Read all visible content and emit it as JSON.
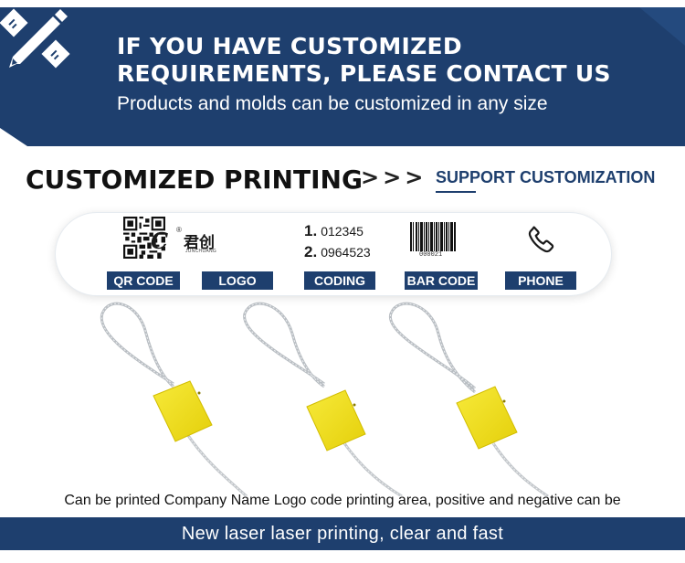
{
  "banner": {
    "title_line1": "IF YOU HAVE CUSTOMIZED",
    "title_line2": "REQUIREMENTS, PLEASE CONTACT US",
    "subtitle": "Products and molds can be customized in any size",
    "icon": "pencil-ruler-icon"
  },
  "section": {
    "title": "CUSTOMIZED PRINTING",
    "arrows": ">>>",
    "tag": "SUPPORT CUSTOMIZATION"
  },
  "options": {
    "qr": {
      "label": "QR CODE",
      "icon": "qr-code-icon"
    },
    "logo": {
      "label": "LOGO",
      "mark_letter": "C",
      "mark_cn": "君创",
      "mark_en": "JUNCHUANG",
      "mark_reg": "®"
    },
    "coding": {
      "label": "CODING",
      "line1_num": "1.",
      "line1_val": "012345",
      "line2_num": "2.",
      "line2_val": "0964523"
    },
    "barcode": {
      "label": "BAR CODE",
      "number": "000021",
      "icon": "barcode-icon"
    },
    "phone": {
      "label": "PHONE",
      "icon": "phone-icon"
    }
  },
  "products": {
    "icon": "cable-seal-icon",
    "seal_color": "#f2e21c",
    "count": 3
  },
  "caption": "Can be printed Company Name Logo code printing area, positive and negative can be",
  "footer": "New laser laser printing, clear and fast",
  "colors": {
    "navy": "#1e3f6e",
    "seal_yellow": "#f2e21c",
    "white": "#ffffff"
  }
}
